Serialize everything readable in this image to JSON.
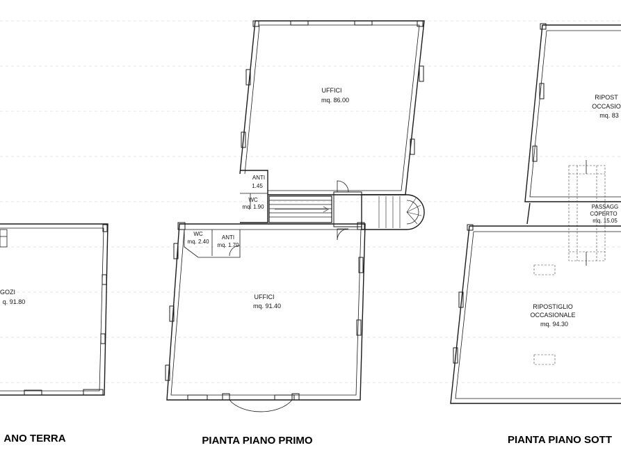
{
  "floors": {
    "ground": {
      "title": "ANO TERRA",
      "room_name": "EGOZI",
      "room_area": "q. 91.80"
    },
    "first": {
      "title": "PIANTA  PIANO PRIMO",
      "upper_office_name": "UFFICI",
      "upper_office_area": "mq. 86.00",
      "anti_top_name": "ANTI",
      "anti_top_area": "1.45",
      "wc_top_name": "WC",
      "wc_top_area": "mq. 1.90",
      "wc_bottom_name": "WC",
      "wc_bottom_area": "mq. 2.40",
      "anti_bottom_name": "ANTI",
      "anti_bottom_area": "mq. 1.70",
      "lower_office_name": "UFFICI",
      "lower_office_area": "mq. 91.40"
    },
    "basement": {
      "title": "PIANTA  PIANO SOTT",
      "upper_storage_name_1": "RIPOST",
      "upper_storage_name_2": "OCCASIO",
      "upper_storage_area": "mq. 83",
      "passage_name_1": "PASSAGG",
      "passage_name_2": "COPERTO",
      "passage_area": "mq. 15.05",
      "lower_storage_name_1": "RIPOSTIGLIO",
      "lower_storage_name_2": "OCCASIONALE",
      "lower_storage_area": "mq. 94.30"
    }
  }
}
